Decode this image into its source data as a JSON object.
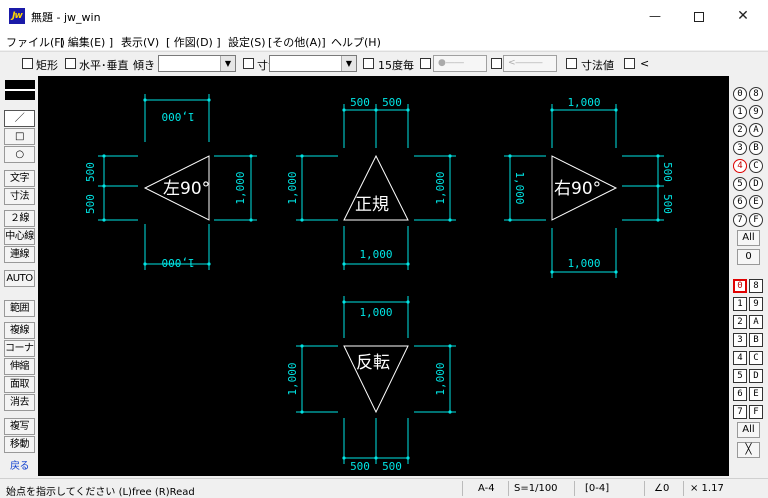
{
  "window": {
    "icon_text": "Jw",
    "title": "無題 - jw_win",
    "min_glyph": "—",
    "close_glyph": "✕"
  },
  "menu": [
    "ファイル(F)",
    "[ 編集(E) ]",
    "表示(V)",
    "[ 作図(D) ]",
    "設定(S)",
    "[その他(A)]",
    "ヘルプ(H)"
  ],
  "toolbar": {
    "rect_label": "矩形",
    "hv_label": "水平･垂直",
    "tilt_label": "傾き",
    "tilt_value": "",
    "dim_label": "寸法",
    "dim_value": "",
    "deg15_label": "15度毎",
    "circle_combo": "●――",
    "arrow_combo": "<―――",
    "dimvalue_label": "寸法値",
    "lt_label": "<"
  },
  "tools": [
    "／",
    "□",
    "○",
    "文字",
    "寸法",
    "２線",
    "中心線",
    "連線",
    "AUTO",
    "範囲",
    "複線",
    "コーナー",
    "伸縮",
    "面取",
    "消去",
    "複写",
    "移動",
    "戻る"
  ],
  "layers": {
    "left": [
      "0",
      "1",
      "2",
      "3",
      "4",
      "5",
      "6",
      "7"
    ],
    "right": [
      "8",
      "9",
      "A",
      "B",
      "C",
      "D",
      "E",
      "F"
    ],
    "active_layer": "4",
    "all_label": "All",
    "current_label": "0"
  },
  "groups": {
    "left": [
      "0",
      "1",
      "2",
      "3",
      "4",
      "5",
      "6",
      "7"
    ],
    "right": [
      "8",
      "9",
      "A",
      "B",
      "C",
      "D",
      "E",
      "F"
    ],
    "active_group": "0",
    "all_label": "All",
    "x_label": "╳"
  },
  "drawing": {
    "symbols": [
      "左90°",
      "正規",
      "右90°",
      "反転"
    ],
    "dims": {
      "d500": "500",
      "d1000": "1,000"
    }
  },
  "status": {
    "message": "始点を指示してください (L)free (R)Read",
    "paper": "A-4",
    "scale": "S=1/100",
    "layer": "[0-4]",
    "angle": "∠0",
    "zoom": "× 1.17"
  },
  "colors": {
    "dim_line": "#00e5e5",
    "symbol": "#ffffff",
    "canvas": "#000000",
    "active": "#e00000"
  }
}
